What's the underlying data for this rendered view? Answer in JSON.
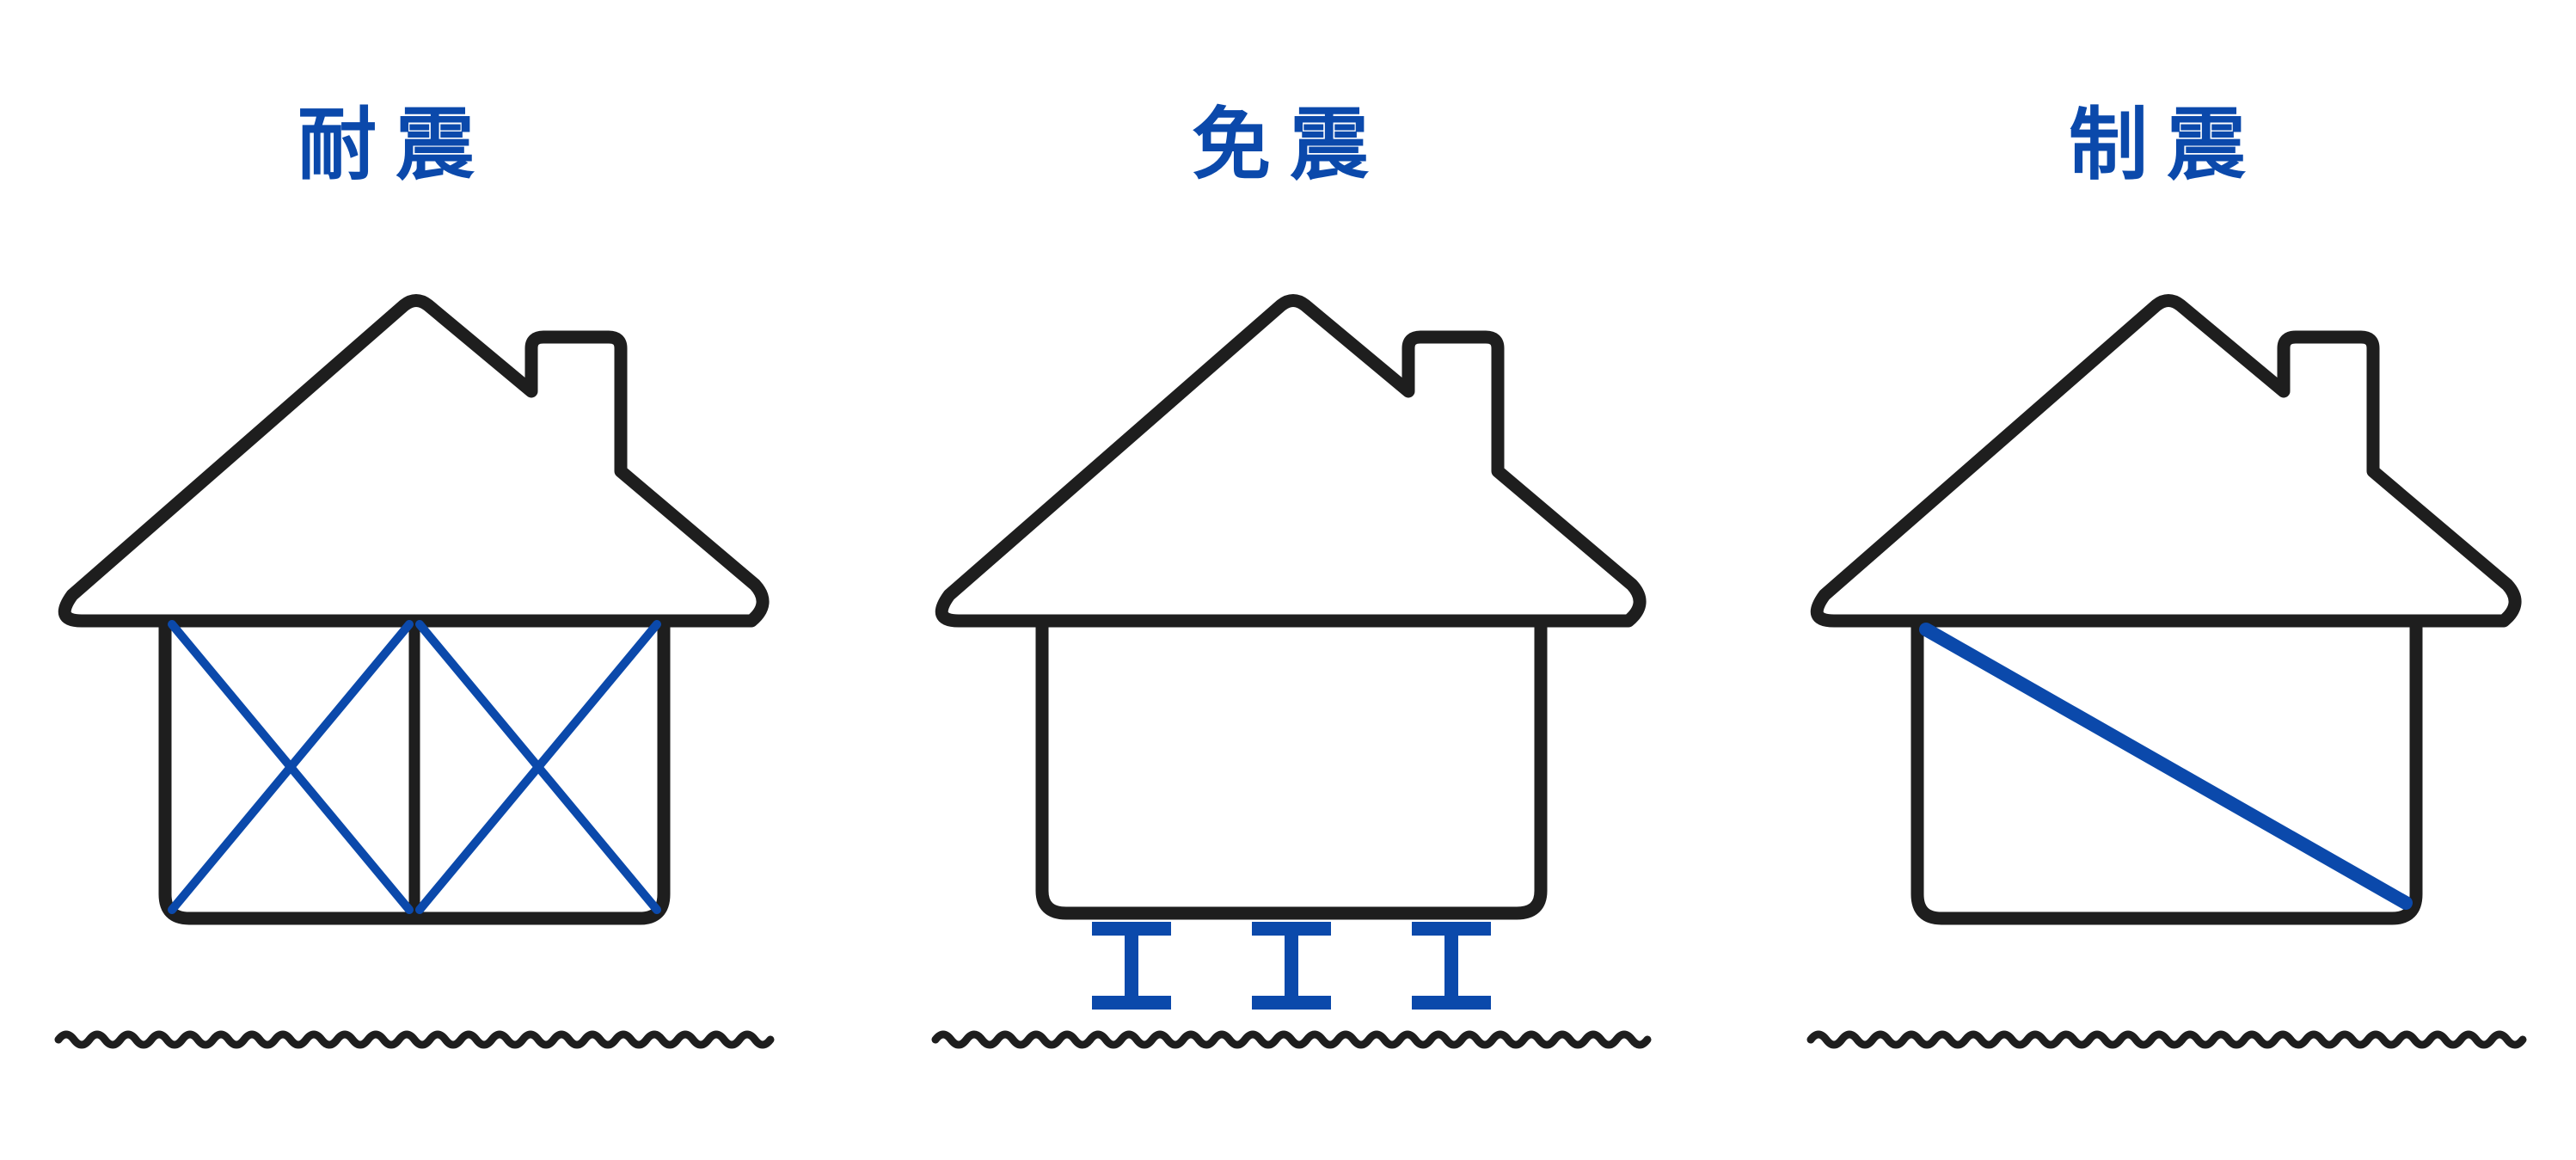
{
  "colors": {
    "accent": "#0b49ab",
    "outline": "#1e1e1e",
    "background": "#ffffff"
  },
  "panels": [
    {
      "title": "耐震",
      "feature": "cross-bracing"
    },
    {
      "title": "免震",
      "feature": "base-isolators"
    },
    {
      "title": "制震",
      "feature": "diagonal-damper"
    }
  ]
}
